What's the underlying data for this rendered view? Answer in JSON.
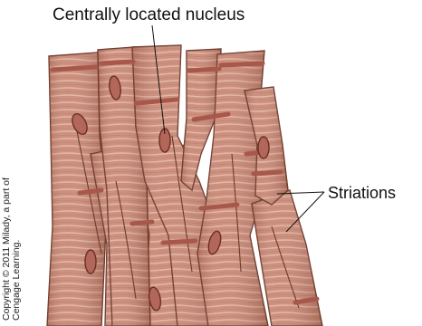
{
  "labels": {
    "nucleus": "Centrally located nucleus",
    "striations": "Striations"
  },
  "copyright": {
    "line1": "Copyright © 2011 Milady, a part of",
    "line2": "Cengage Learning."
  },
  "colors": {
    "fiber_fill": "#c98672",
    "fiber_stroke": "#6e3a2c",
    "band_dark": "#a7584a",
    "stripe_light": "#e3b3a2",
    "nucleus_fill": "#b3675a",
    "nucleus_stroke": "#6b2f26"
  }
}
